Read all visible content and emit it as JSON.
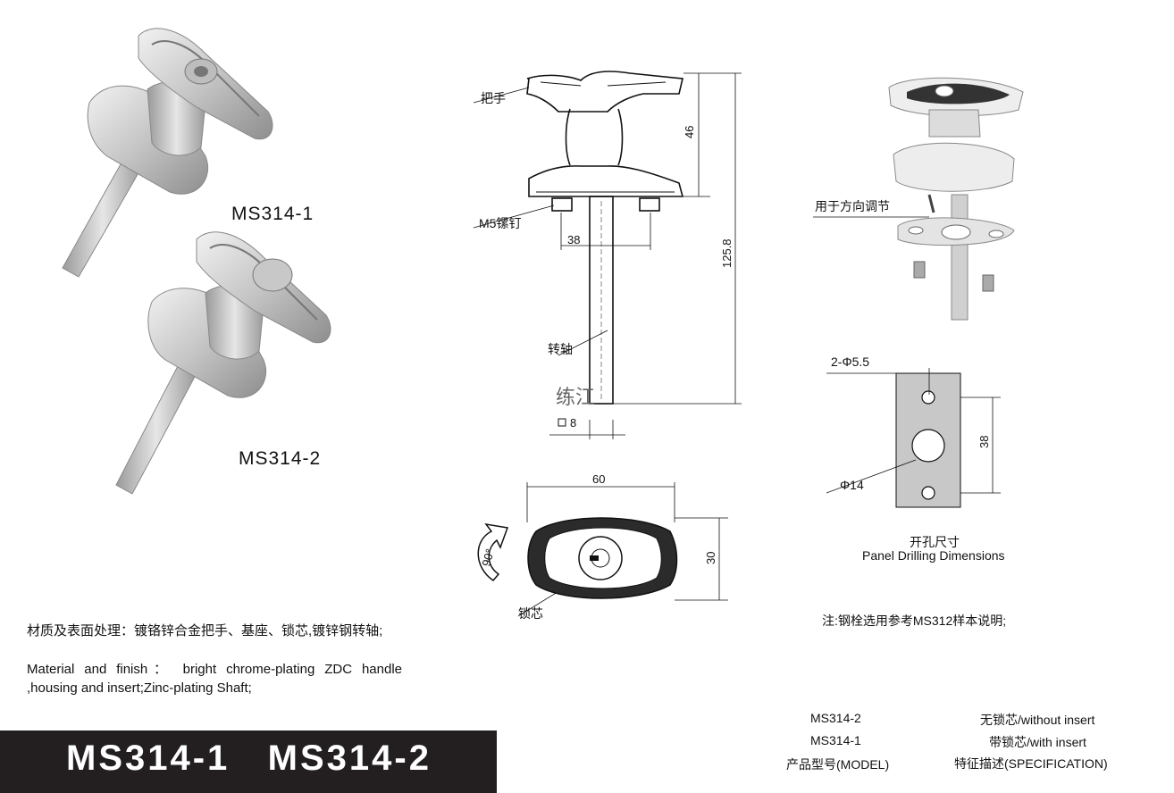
{
  "left": {
    "model1_label": "MS314-1",
    "model2_label": "MS314-2",
    "material_cn": "材质及表面处理：镀铬锌合金把手、基座、锁芯,镀锌钢转轴;",
    "material_en": "Material and finish： bright chrome-plating ZDC handle ,housing and insert;Zinc-plating Shaft;"
  },
  "drawing": {
    "handle_label": "把手",
    "screw_label": "M5镙钉",
    "shaft_label": "转轴",
    "lock_core_label": "锁芯",
    "dim_46": "46",
    "dim_38": "38",
    "dim_125_8": "125.8",
    "dim_square_8": "8",
    "dim_60": "60",
    "dim_30": "30",
    "rotation_label": "90°",
    "watermark": "练江"
  },
  "right": {
    "adjust_label": "用于方向调节",
    "hole_small_label": "2-Φ5.5",
    "hole_big_label": "Φ14",
    "panel_dim_38": "38",
    "panel_title_cn": "开孔尺寸",
    "panel_title_en": "Panel Drilling Dimensions",
    "note": "注:钢栓选用参考MS312样本说明;"
  },
  "spec_table": {
    "rows": [
      {
        "model": "MS314-2",
        "spec": "无锁芯/without insert"
      },
      {
        "model": "MS314-1",
        "spec": "带锁芯/with insert"
      }
    ],
    "header_model": "产品型号(MODEL)",
    "header_spec": "特征描述(SPECIFICATION)"
  },
  "footer": {
    "title": "MS314-1   MS314-2"
  },
  "colors": {
    "footer_bg": "#231f20",
    "panel_gray": "#c8c8c8",
    "metal_light": "#d9d9d9",
    "metal_dark": "#8a8a8a"
  }
}
